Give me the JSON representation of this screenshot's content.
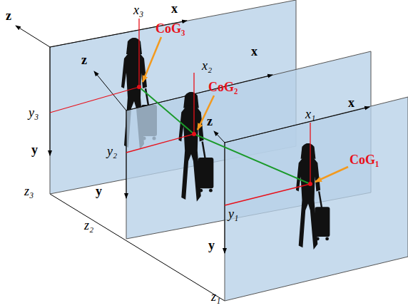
{
  "diagram": {
    "labels": [
      "z",
      "x",
      "x₃",
      "CoG₃",
      "y₃",
      "y",
      "z",
      "x",
      "x₂",
      "CoG₂",
      "z",
      "y₂",
      "y",
      "x",
      "x₁",
      "CoG₁",
      "y₁",
      "y",
      "z₃",
      "z₂",
      "z₁"
    ]
  }
}
